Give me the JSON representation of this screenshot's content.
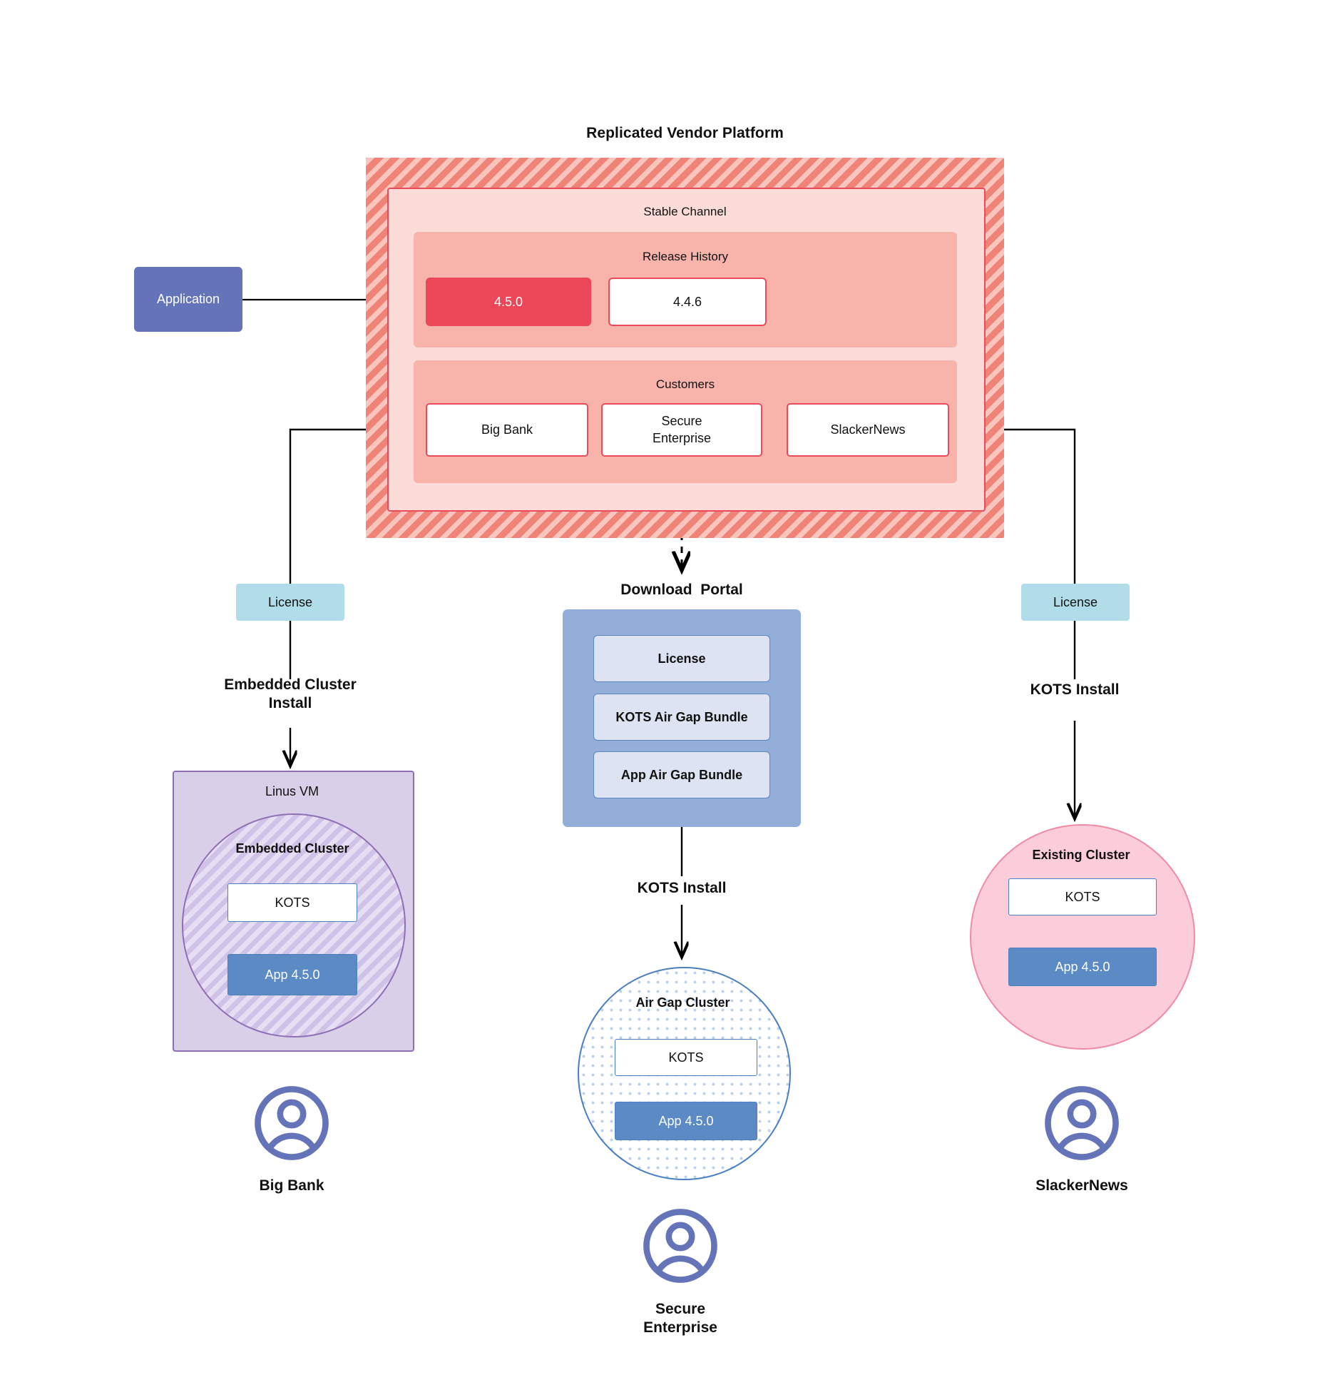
{
  "diagram": {
    "title": "Replicated Vendor Platform",
    "vendor_platform": {
      "channel_label": "Stable Channel",
      "release_history": {
        "label": "Release History",
        "releases": [
          {
            "version": "4.5.0",
            "state": "current",
            "color": "#ec4758"
          },
          {
            "version": "4.4.6",
            "state": "previous",
            "color": "#ffffff"
          }
        ]
      },
      "customers": {
        "label": "Customers",
        "items": [
          {
            "name": "Big Bank"
          },
          {
            "name": "Secure\nEnterprise"
          },
          {
            "name": "SlackerNews"
          }
        ]
      }
    },
    "application_node": {
      "label": "Application"
    },
    "licenses": [
      {
        "label": "License",
        "column": "left"
      },
      {
        "label": "License",
        "column": "right"
      }
    ],
    "download_portal": {
      "title": "Download  Portal",
      "items": [
        {
          "label": "License"
        },
        {
          "label": "KOTS Air Gap Bundle"
        },
        {
          "label": "App Air Gap Bundle"
        }
      ]
    },
    "install_labels": {
      "left": "Embedded Cluster\nInstall",
      "center": "KOTS Install",
      "right": "KOTS Install"
    },
    "clusters": {
      "left": {
        "host_label": "Linus VM",
        "cluster_label": "Embedded Cluster",
        "kots_label": "KOTS",
        "app_label": "App 4.5.0"
      },
      "center": {
        "cluster_label": "Air Gap Cluster",
        "kots_label": "KOTS",
        "app_label": "App 4.5.0"
      },
      "right": {
        "cluster_label": "Existing Cluster",
        "kots_label": "KOTS",
        "app_label": "App 4.5.0"
      }
    },
    "end_users": [
      {
        "name": "Big Bank",
        "icon": "user-avatar-icon"
      },
      {
        "name": "Secure\nEnterprise",
        "icon": "user-avatar-icon"
      },
      {
        "name": "SlackerNews",
        "icon": "user-avatar-icon"
      }
    ],
    "colors": {
      "platform_hatch": "#ef8378",
      "channel_bg": "#fbdcd8",
      "panel_bg": "#f8b3ab",
      "release_current": "#ec4758",
      "application": "#6574b8",
      "license_chip": "#b0dde8",
      "portal_bg": "#93aed9",
      "portal_item": "#dde3f2",
      "vm_bg": "#d9cfe9",
      "vm_border": "#8e6fb5",
      "airgap_border": "#4a7fc1",
      "existing_cluster": "#fbccd9",
      "app_box": "#5b8ac5",
      "avatar": "#6574b8"
    }
  }
}
